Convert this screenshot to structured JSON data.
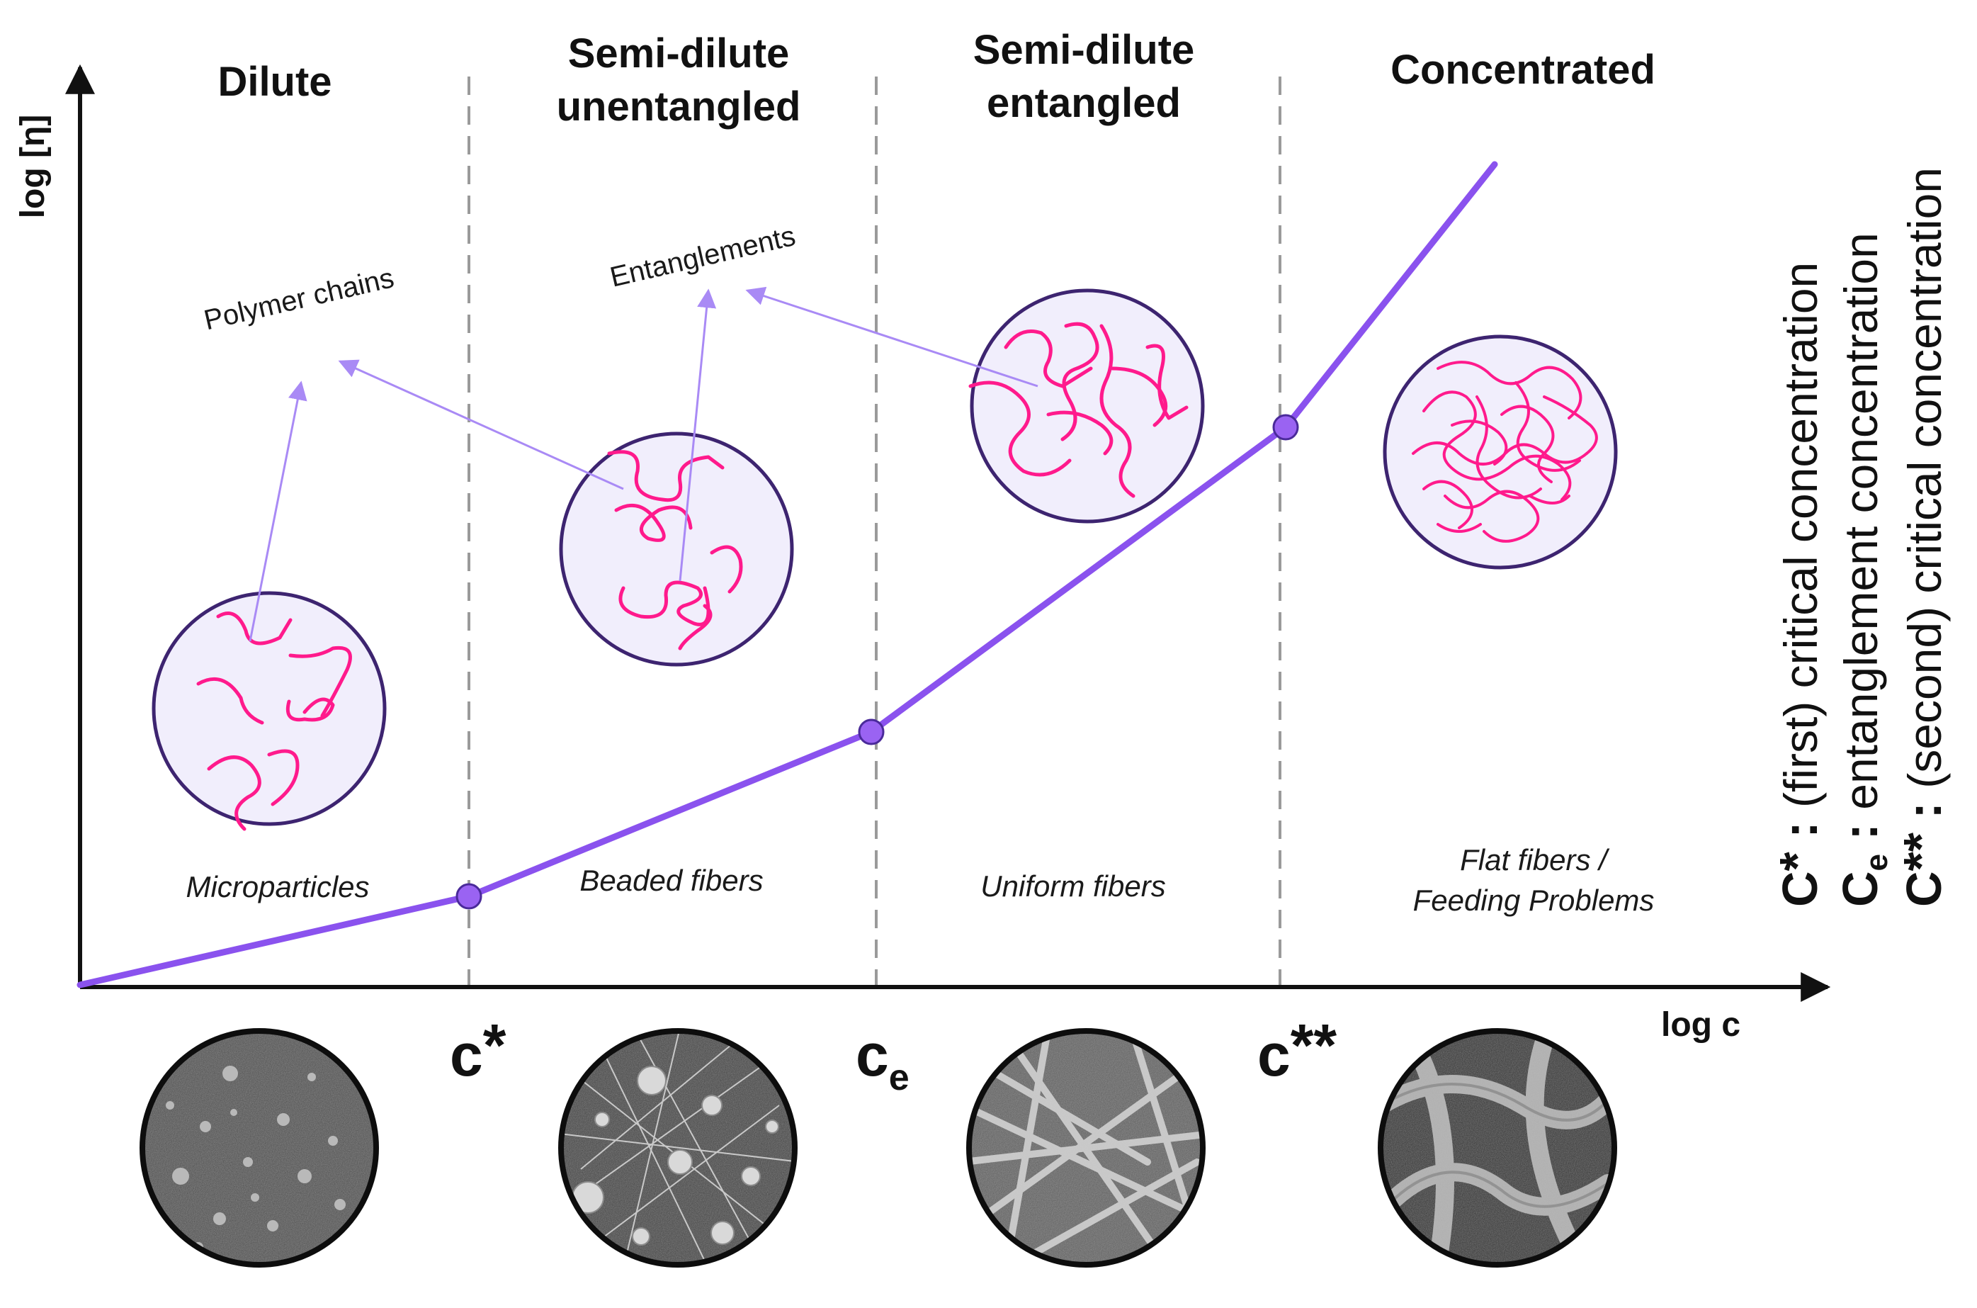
{
  "axes": {
    "y_label": "log [η]",
    "x_label": "log c"
  },
  "regions": [
    {
      "title_lines": [
        "Dilute"
      ],
      "morphology": [
        "Microparticles"
      ]
    },
    {
      "title_lines": [
        "Semi-dilute",
        "unentangled"
      ],
      "morphology": [
        "Beaded fibers"
      ]
    },
    {
      "title_lines": [
        "Semi-dilute",
        "entangled"
      ],
      "morphology": [
        "Uniform fibers"
      ]
    },
    {
      "title_lines": [
        "Concentrated"
      ],
      "morphology": [
        "Flat fibers /",
        "Feeding Problems"
      ]
    }
  ],
  "concentration_marks": [
    {
      "base": "c",
      "sub": "",
      "sup": "*"
    },
    {
      "base": "c",
      "sub": "e",
      "sup": ""
    },
    {
      "base": "c",
      "sub": "",
      "sup": "**"
    }
  ],
  "annotations": {
    "polymer_chains": "Polymer chains",
    "entanglements": "Entanglements"
  },
  "legend": [
    {
      "symbol": "C",
      "sub": "",
      "sup": "*",
      "separator": " : ",
      "text": "(first) critical concentration"
    },
    {
      "symbol": "C",
      "sub": "e",
      "sup": "",
      "separator": " : ",
      "text": " entanglement concentration"
    },
    {
      "symbol": "C",
      "sub": "",
      "sup": "**",
      "separator": " : ",
      "text": "(second) critical concentration"
    }
  ],
  "colors": {
    "curve": "#8a52ee",
    "point_fill": "#9a63f2",
    "point_stroke": "#4a2a9a",
    "arrow": "#a98af5",
    "chain": "#ff1a8c",
    "bubble_fill": "#f1eefc",
    "bubble_stroke": "#3d2470",
    "divider": "#9a9a9a",
    "axis": "#111111"
  }
}
